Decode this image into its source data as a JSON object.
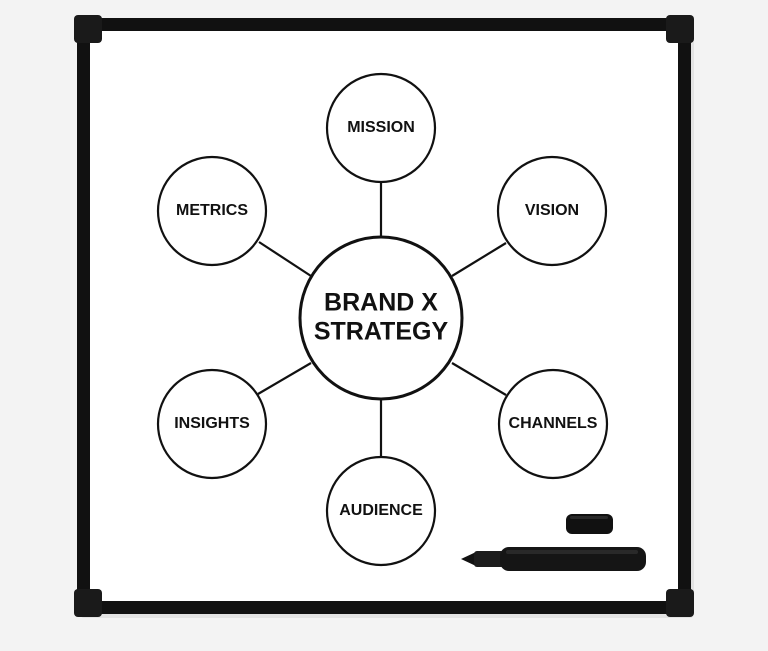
{
  "whiteboard": {
    "center": {
      "line1": "BRAND X",
      "line2": "STRATEGY"
    },
    "nodes": {
      "mission": "MISSION",
      "vision": "VISION",
      "channels": "CHANNELS",
      "audience": "AUDIENCE",
      "insights": "INSIGHTS",
      "metrics": "METRICS"
    }
  },
  "colors": {
    "wall": "#f3f3f3",
    "board": "#ffffff",
    "frame": "#111111",
    "ink": "#111111",
    "marker": "#151515"
  },
  "objects": {
    "marker": "marker-pen",
    "cap": "marker-cap"
  }
}
